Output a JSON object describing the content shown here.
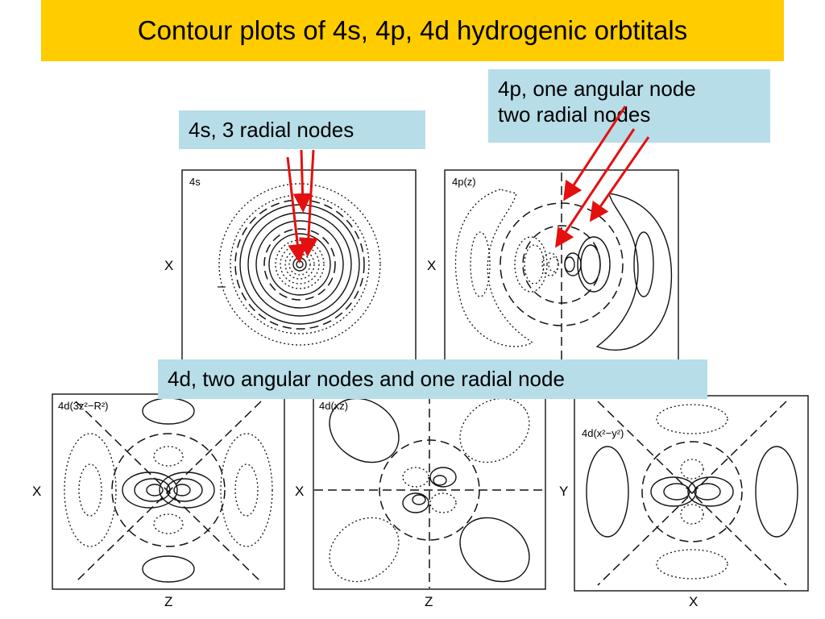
{
  "slide": {
    "title": "Contour plots of 4s, 4p, 4d hydrogenic orbtitals",
    "title_bg": "#ffcc00",
    "callout_bg": "#b7dde8",
    "arrow_color": "#e41010"
  },
  "callouts": {
    "s4": "4s, 3 radial nodes",
    "p4_line1": "4p, one angular node",
    "p4_line2": "two radial nodes",
    "d4": "4d, two angular nodes and one radial node"
  },
  "panels": {
    "s4": {
      "label": "4s",
      "left_axis": "X"
    },
    "p4z": {
      "label": "4p(z)",
      "left_axis": "X"
    },
    "d3z2": {
      "label": "4d(3z²−R²)",
      "left_axis": "X",
      "bottom_axis": "Z"
    },
    "dxz": {
      "label": "4d(xz)",
      "left_axis": "X",
      "bottom_axis": "Z"
    },
    "dx2y2": {
      "label": "4d(x²−y²)",
      "left_axis": "Y",
      "bottom_axis": "X"
    }
  }
}
